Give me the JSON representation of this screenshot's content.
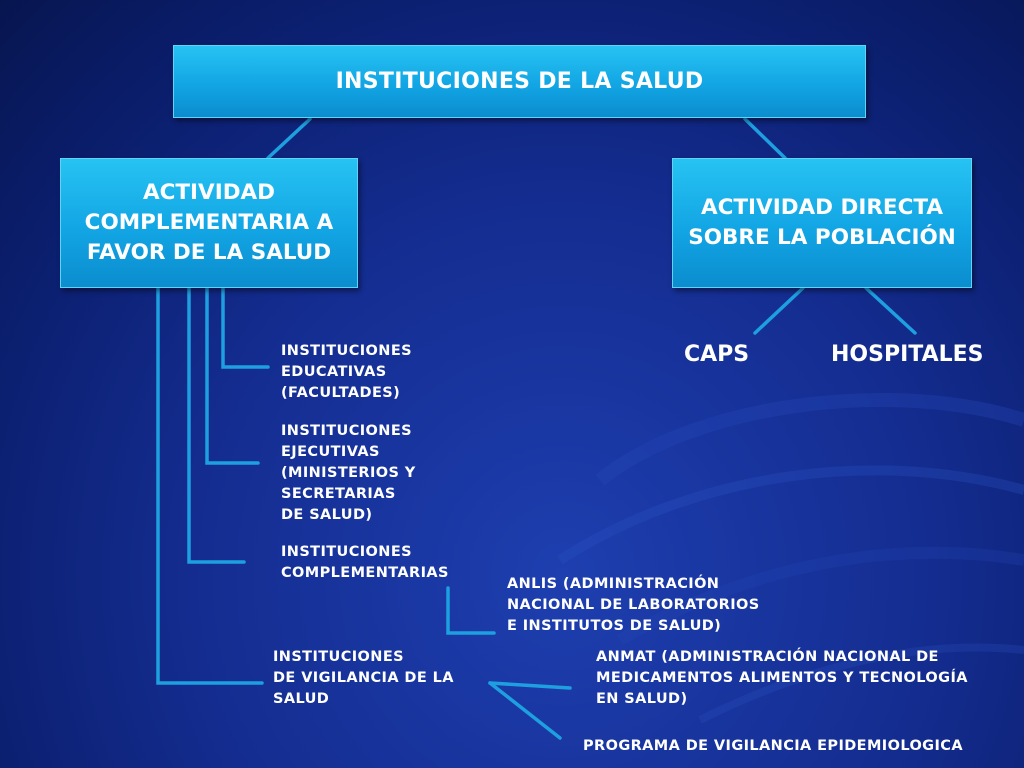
{
  "slide": {
    "title": "INSTITUCIONES DE LA SALUD",
    "left_branch": "ACTIVIDAD COMPLEMENTARIA A FAVOR DE LA SALUD",
    "right_branch": "ACTIVIDAD DIRECTA SOBRE LA POBLACIÓN",
    "right_children": {
      "caps": "CAPS",
      "hospitales": "HOSPITALES"
    },
    "left_children": {
      "educativas": "INSTITUCIONES\nEDUCATIVAS\n(FACULTADES)",
      "ejecutivas": "INSTITUCIONES\nEJECUTIVAS\n(MINISTERIOS Y\nSECRETARIAS\nDE SALUD)",
      "complementarias": "INSTITUCIONES\nCOMPLEMENTARIAS",
      "vigilancia": "INSTITUCIONES\nDE VIGILANCIA DE LA\nSALUD"
    },
    "complementarias_children": {
      "anlis": "ANLIS (ADMINISTRACIÓN\nNACIONAL DE LABORATORIOS\nE INSTITUTOS DE SALUD)"
    },
    "vigilancia_children": {
      "anmat": "ANMAT (ADMINISTRACIÓN NACIONAL DE\nMEDICAMENTOS ALIMENTOS Y TECNOLOGÍA\nEN SALUD)",
      "programa": "PROGRAMA DE VIGILANCIA EPIDEMIOLOGICA"
    }
  },
  "colors": {
    "background": "#142d91",
    "box_fill": "#18abe8",
    "connector": "#1e9fe0",
    "text": "#ffffff"
  }
}
